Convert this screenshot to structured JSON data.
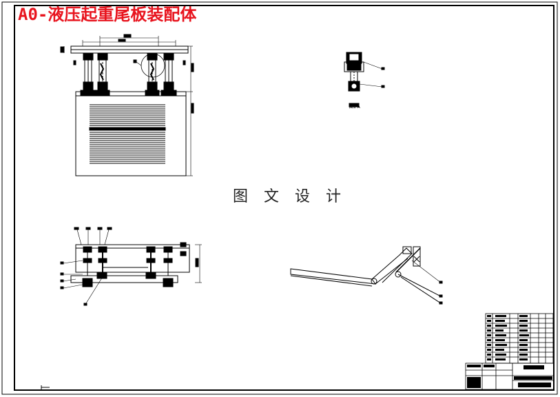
{
  "drawing": {
    "title": "A0-液压起重尾板装配体",
    "watermark": "图 文 设 计",
    "detail_label": "图1 A"
  },
  "colors": {
    "title": "#e8141e",
    "line": "#000000",
    "paper": "#ffffff"
  }
}
